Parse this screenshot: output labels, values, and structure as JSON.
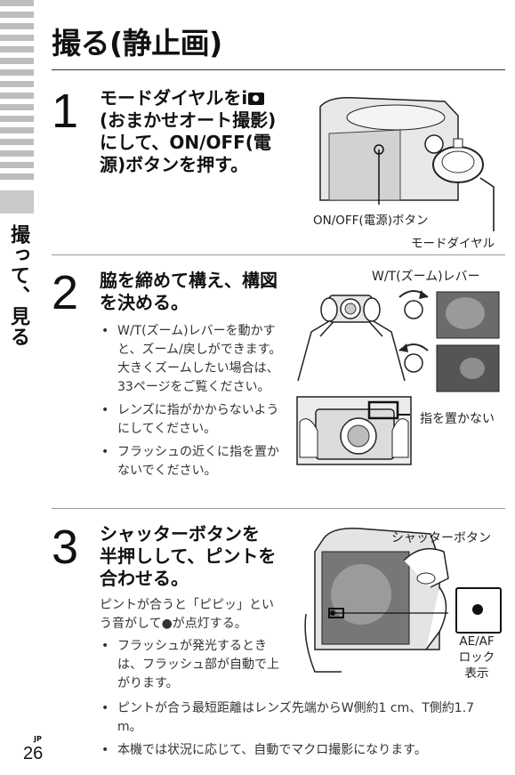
{
  "page_title": "撮る(静止画)",
  "side_tab": "撮って、見る",
  "steps": [
    {
      "number": "1",
      "heading": [
        "モードダイヤルをi",
        "(おまかせオート撮影)",
        "にして、ON/OFF(電",
        "源)ボタンを押す。"
      ],
      "callouts": {
        "power": "ON/OFF(電源)ボタン",
        "dial": "モードダイヤル"
      }
    },
    {
      "number": "2",
      "heading": [
        "脇を締めて構え、構図",
        "を決める。"
      ],
      "bullets": [
        "W/T(ズーム)レバーを動かすと、ズーム/戻しができます。大きくズームしたい場合は、33ページをご覧ください。",
        "レンズに指がかからないようにしてください。",
        "フラッシュの近くに指を置かないでください。"
      ],
      "callouts": {
        "zoom": "W/T(ズーム)レバー",
        "finger": "指を置かない"
      }
    },
    {
      "number": "3",
      "heading": [
        "シャッターボタンを",
        "半押しして、ピントを",
        "合わせる。"
      ],
      "intro": [
        "ピントが合うと「ピピッ」とい",
        "う音がして●が点灯する。"
      ],
      "bullets": [
        "フラッシュが発光するときは、フラッシュ部が自動で上がります。"
      ],
      "bullets_wide": [
        "ピントが合う最短距離はレンズ先端からW側約1 cm、T側約1.7 m。",
        "本機では状況に応じて、自動でマクロ撮影になります。"
      ],
      "callouts": {
        "shutter": "シャッターボタン",
        "ae_af": [
          "AE/AF",
          "ロック",
          "表示"
        ]
      }
    }
  ],
  "page": {
    "lang": "JP",
    "number": "26"
  }
}
